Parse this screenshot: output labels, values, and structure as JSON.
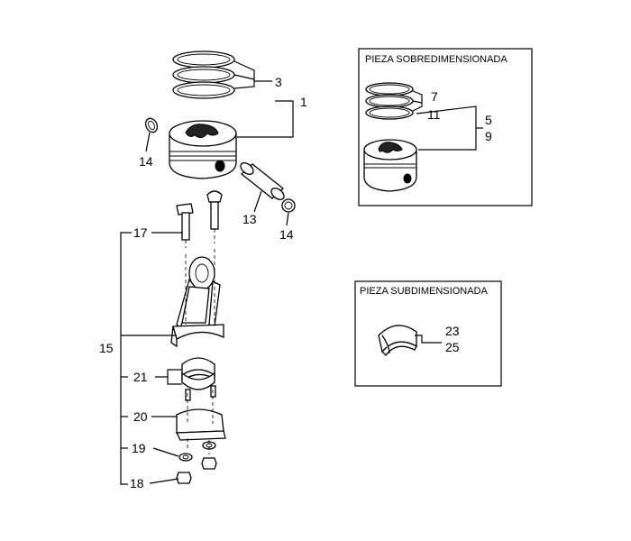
{
  "callouts": {
    "n1": "1",
    "n3": "3",
    "n13": "13",
    "n14a": "14",
    "n14b": "14",
    "n15": "15",
    "n17": "17",
    "n18": "18",
    "n19": "19",
    "n20": "20",
    "n21": "21",
    "n7": "7",
    "n11": "11",
    "n5": "5",
    "n9": "9",
    "n23": "23",
    "n25": "25"
  },
  "oversize_box": {
    "title": "PIEZA SOBREDIMENSIONADA"
  },
  "undersize_box": {
    "title": "PIEZA SUBDIMENSIONADA"
  }
}
